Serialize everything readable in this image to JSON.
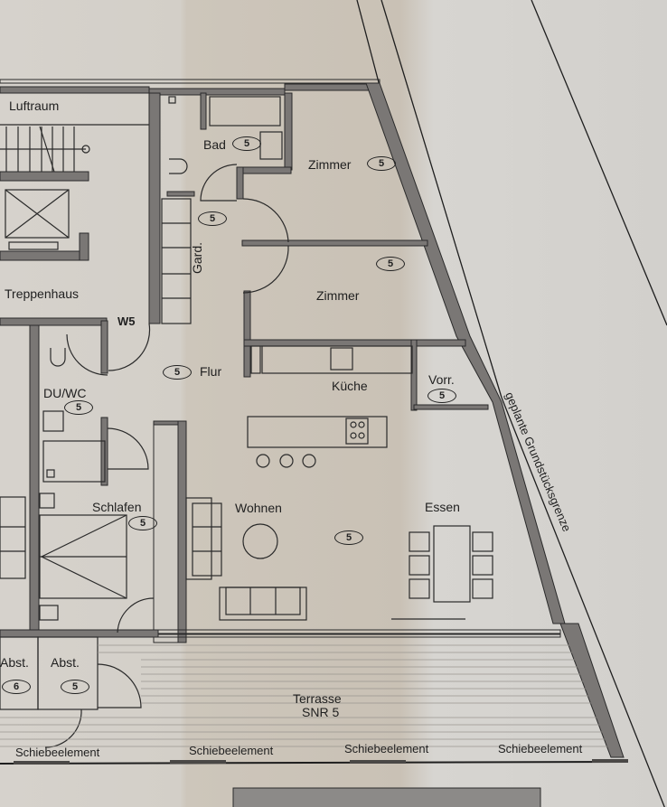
{
  "plan": {
    "rooms": {
      "luftraum": "Luftraum",
      "treppenhaus": "Treppenhaus",
      "bad": "Bad",
      "zimmer1": "Zimmer",
      "zimmer2": "Zimmer",
      "garderobe": "Gard.",
      "flur": "Flur",
      "kueche": "Küche",
      "vorrat": "Vorr.",
      "duwc": "DU/WC",
      "schlafen": "Schlafen",
      "wohnen": "Wohnen",
      "essen": "Essen",
      "abst1": "Abst.",
      "abst2": "Abst.",
      "terrasse": "Terrasse",
      "terrasse_snr": "SNR 5"
    },
    "unit_marker": "W5",
    "boundary_label": "geplante Grundstücksgrenze",
    "sliding_elements": [
      "Schiebeelement",
      "Schiebeelement",
      "Schiebeelement",
      "Schiebeelement"
    ],
    "badges": {
      "bad": "5",
      "zimmer1": "5",
      "gard": "5",
      "zimmer2": "5",
      "flur": "5",
      "vorr": "5",
      "duwc": "5",
      "schlafen": "5",
      "wohnen": "5",
      "abst1": "6",
      "abst2": "5"
    }
  },
  "colors": {
    "paper": "#d3cfc8",
    "wall_fill": "#7a7775",
    "line": "#2a2a2a"
  }
}
